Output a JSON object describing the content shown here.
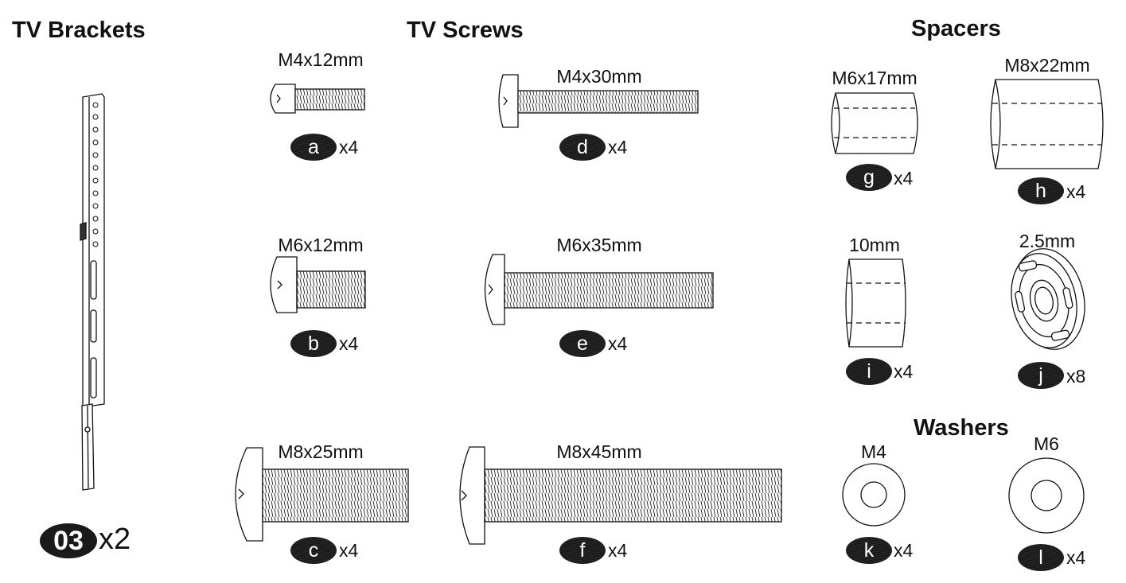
{
  "headings": {
    "tv_brackets": "TV Brackets",
    "tv_screws": "TV Screws",
    "spacers": "Spacers",
    "washers": "Washers"
  },
  "bracket": {
    "label": "03",
    "qty": "x2"
  },
  "screws": [
    {
      "id": "a",
      "size": "M4x12mm",
      "qty": "x4"
    },
    {
      "id": "b",
      "size": "M6x12mm",
      "qty": "x4"
    },
    {
      "id": "c",
      "size": "M8x25mm",
      "qty": "x4"
    },
    {
      "id": "d",
      "size": "M4x30mm",
      "qty": "x4"
    },
    {
      "id": "e",
      "size": "M6x35mm",
      "qty": "x4"
    },
    {
      "id": "f",
      "size": "M8x45mm",
      "qty": "x4"
    }
  ],
  "spacers": [
    {
      "id": "g",
      "size": "M6x17mm",
      "qty": "x4"
    },
    {
      "id": "h",
      "size": "M8x22mm",
      "qty": "x4"
    },
    {
      "id": "i",
      "size": "10mm",
      "qty": "x4"
    },
    {
      "id": "j",
      "size": "2.5mm",
      "qty": "x8"
    }
  ],
  "washers": [
    {
      "id": "k",
      "size": "M4",
      "qty": "x4"
    },
    {
      "id": "l",
      "size": "M6",
      "qty": "x4"
    }
  ],
  "colors": {
    "badge": "#1a1a1a",
    "line": "#111111"
  }
}
